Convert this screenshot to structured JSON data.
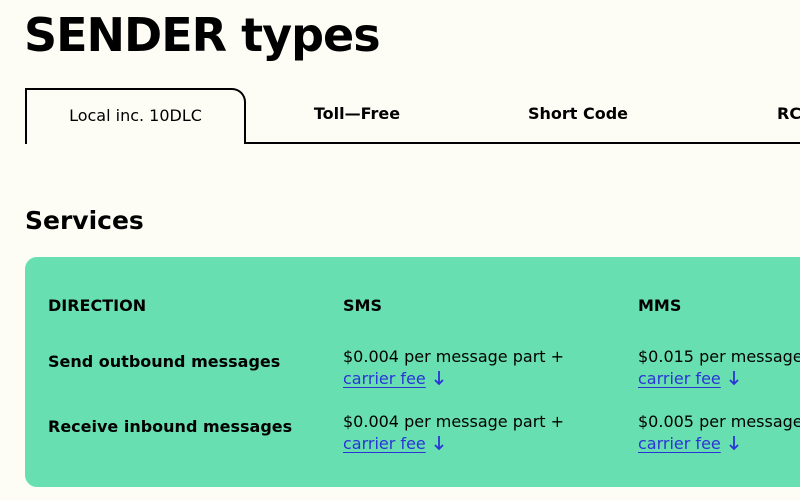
{
  "page": {
    "title": "SENDER types"
  },
  "tabs": [
    {
      "label": "Local inc. 10DLC",
      "active": true
    },
    {
      "label": "Toll—Free",
      "active": false
    },
    {
      "label": "Short Code",
      "active": false
    },
    {
      "label": "RC",
      "active": false
    }
  ],
  "services": {
    "title": "Services",
    "columns": [
      "DIRECTION",
      "SMS",
      "MMS"
    ],
    "rows": [
      {
        "direction": "Send outbound messages",
        "sms": {
          "price": "$0.004 per message part +",
          "fee_link": "carrier fee"
        },
        "mms": {
          "price": "$0.015 per message",
          "fee_link": "carrier fee"
        }
      },
      {
        "direction": "Receive inbound messages",
        "sms": {
          "price": "$0.004 per message part +",
          "fee_link": "carrier fee"
        },
        "mms": {
          "price": "$0.005 per message",
          "fee_link": "carrier fee"
        }
      }
    ]
  },
  "colors": {
    "background": "#fdfdf6",
    "panel": "#67dfb0",
    "link": "#2a34d6"
  },
  "icons": {
    "fee_link_icon": "arrow-down-icon"
  }
}
